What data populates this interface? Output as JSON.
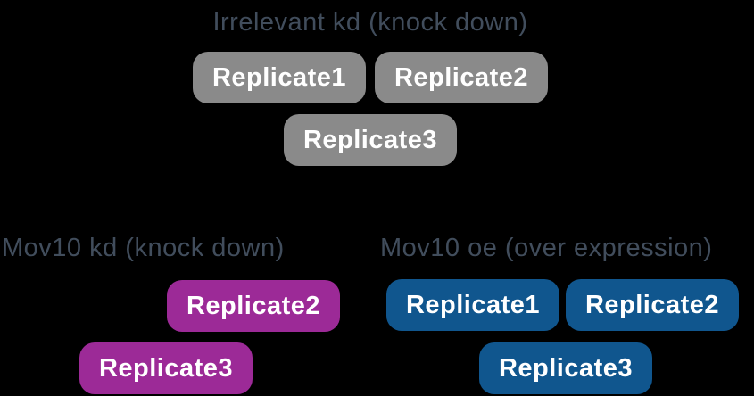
{
  "colors": {
    "background": "#000000",
    "gray_group": "#8a8a8a",
    "purple_group": "#9c2a97",
    "blue_group": "#10568e",
    "title_text": "#414d5c",
    "pill_text": "#ffffff"
  },
  "groups": [
    {
      "id": "irrelevant-kd",
      "title": "Irrelevant kd (knock down)",
      "color": "#8a8a8a",
      "replicates": [
        "Replicate1",
        "Replicate2",
        "Replicate3"
      ]
    },
    {
      "id": "mov10-kd",
      "title": "Mov10 kd (knock down)",
      "color": "#9c2a97",
      "replicates": [
        "Replicate2",
        "Replicate3"
      ]
    },
    {
      "id": "mov10-oe",
      "title": "Mov10 oe (over expression)",
      "color": "#10568e",
      "replicates": [
        "Replicate1",
        "Replicate2",
        "Replicate3"
      ]
    }
  ]
}
